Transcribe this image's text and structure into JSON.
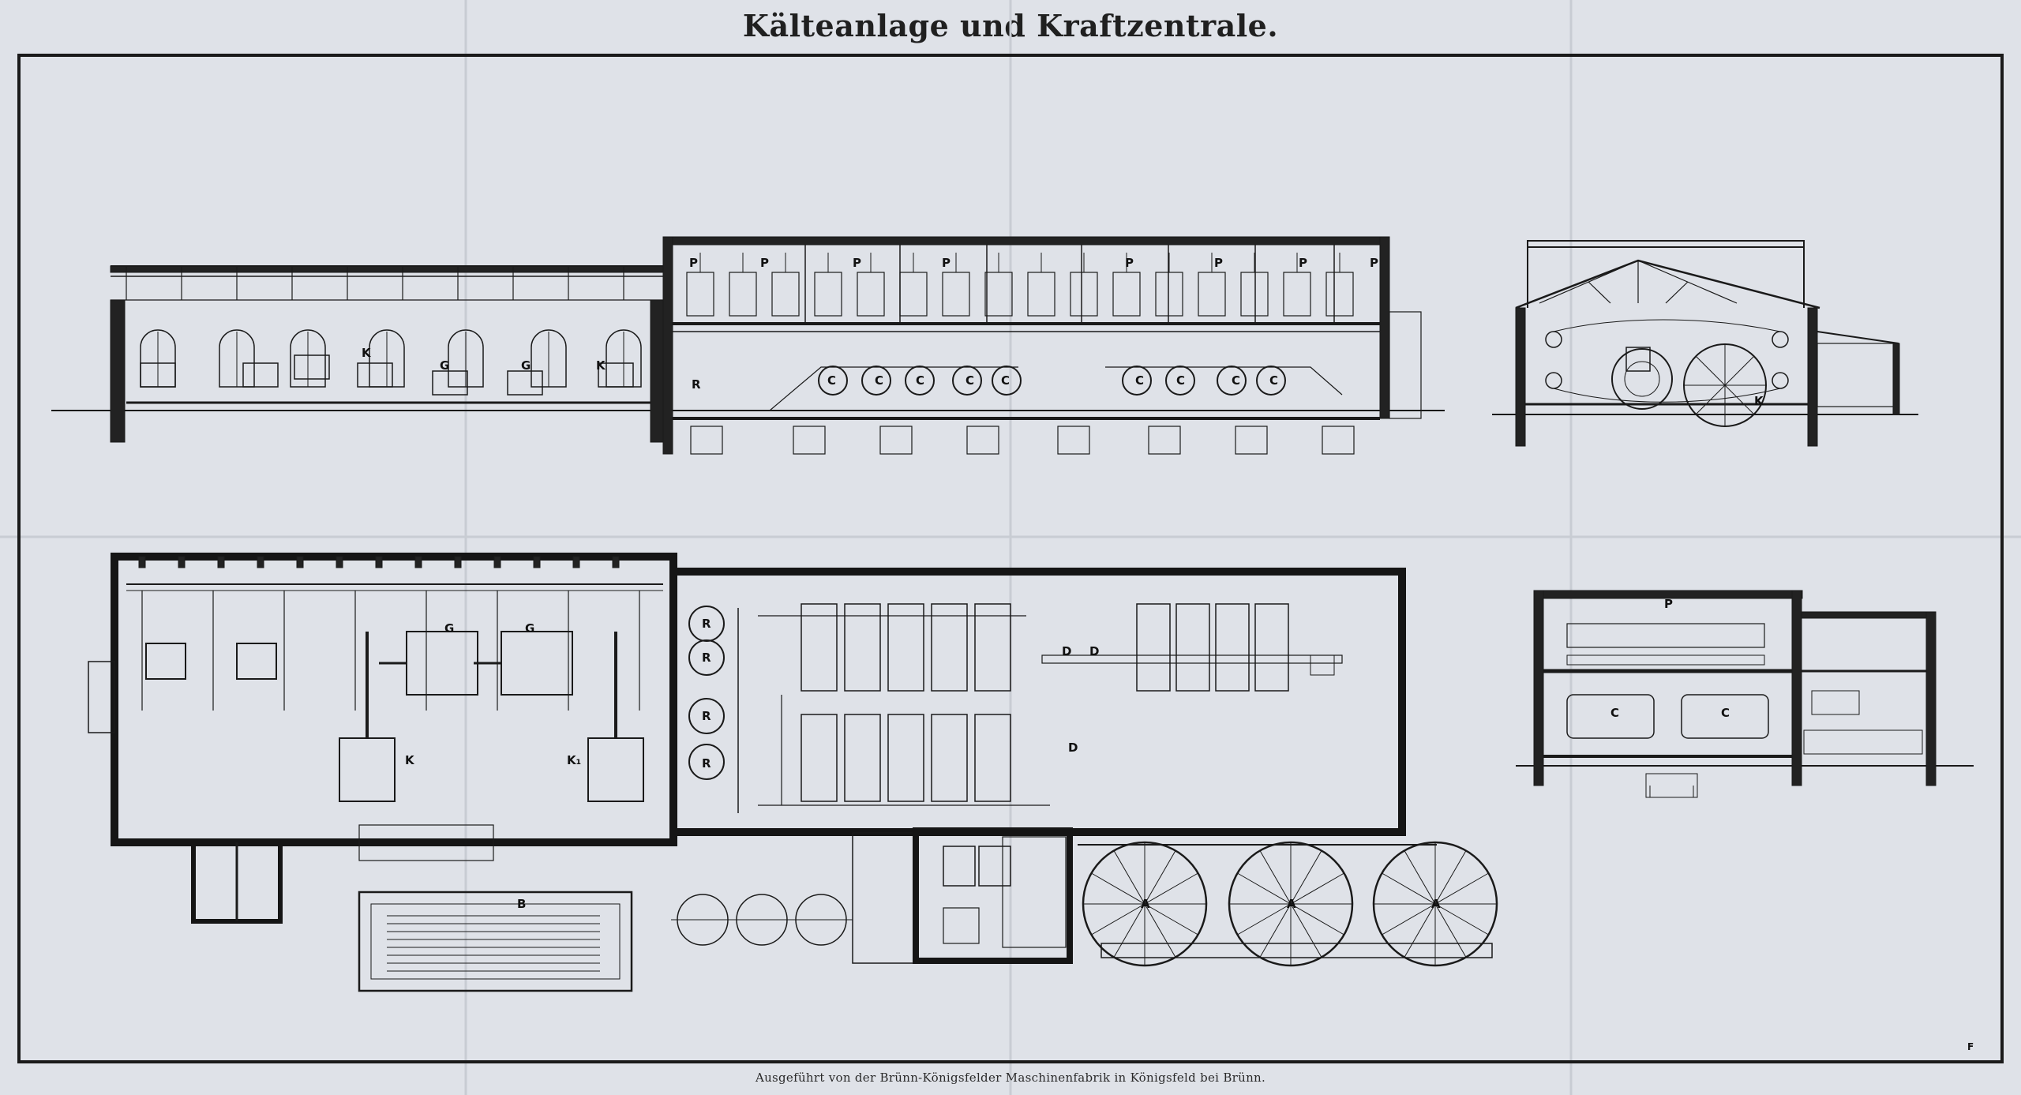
{
  "title": "Kälteanlage und Kraftzentrale.",
  "footer": "Ausgeführt von der Brünn-Königsfelder Maschinenfabrik in Königsfeld bei Brünn.",
  "labels": {
    "P": "P",
    "R": "R",
    "C": "C",
    "G": "G",
    "K": "K",
    "K1": "K₁",
    "D": "D",
    "A": "A",
    "B": "B",
    "margin_mark": "F"
  },
  "colors": {
    "paper": "#dfe2e8",
    "ink": "#1a1a1a",
    "wall": "#151515"
  }
}
